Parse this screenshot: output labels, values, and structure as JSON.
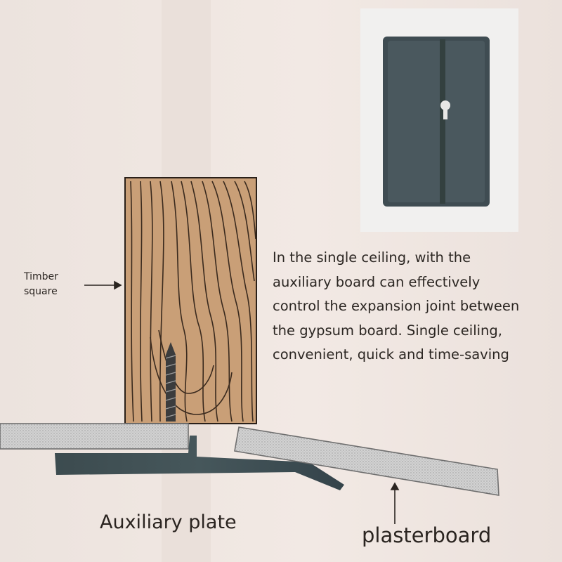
{
  "labels": {
    "timber_line1": "Timber",
    "timber_line2": "square",
    "auxiliary_plate": "Auxiliary plate",
    "plasterboard": "plasterboard"
  },
  "description": {
    "lines": [
      "In the single ceiling, with the",
      "auxiliary board can effectively",
      "control the expansion joint between",
      "the gypsum board. Single ceiling,",
      "convenient, quick and time-saving"
    ]
  },
  "colors": {
    "wall": "#efe6e1",
    "timber": "#c79f78",
    "grain": "#3a2a1e",
    "plate": "#3a4a4d",
    "board_face": "#cfcfcf",
    "board_edge": "#6f6f6f",
    "inset_bg": "#f1f0ef"
  },
  "icons": [
    "arrow-right-icon",
    "arrow-up-icon",
    "screw-icon"
  ]
}
